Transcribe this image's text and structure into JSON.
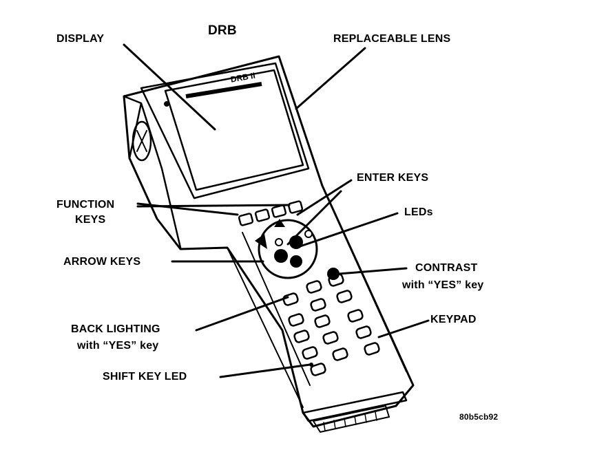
{
  "title": "DRB",
  "device_brand": "DRB II",
  "figure_id": "80b5cb92",
  "labels": {
    "display": "DISPLAY",
    "replaceable_lens": "REPLACEABLE LENS",
    "enter_keys": "ENTER KEYS",
    "function_keys_line1": "FUNCTION",
    "function_keys_line2": "KEYS",
    "leds": "LEDs",
    "arrow_keys": "ARROW KEYS",
    "contrast_line1": "CONTRAST",
    "contrast_line2": "with “YES” key",
    "back_lighting_line1": "BACK LIGHTING",
    "back_lighting_line2": "with “YES” key",
    "keypad": "KEYPAD",
    "shift_key_led": "SHIFT KEY LED"
  }
}
